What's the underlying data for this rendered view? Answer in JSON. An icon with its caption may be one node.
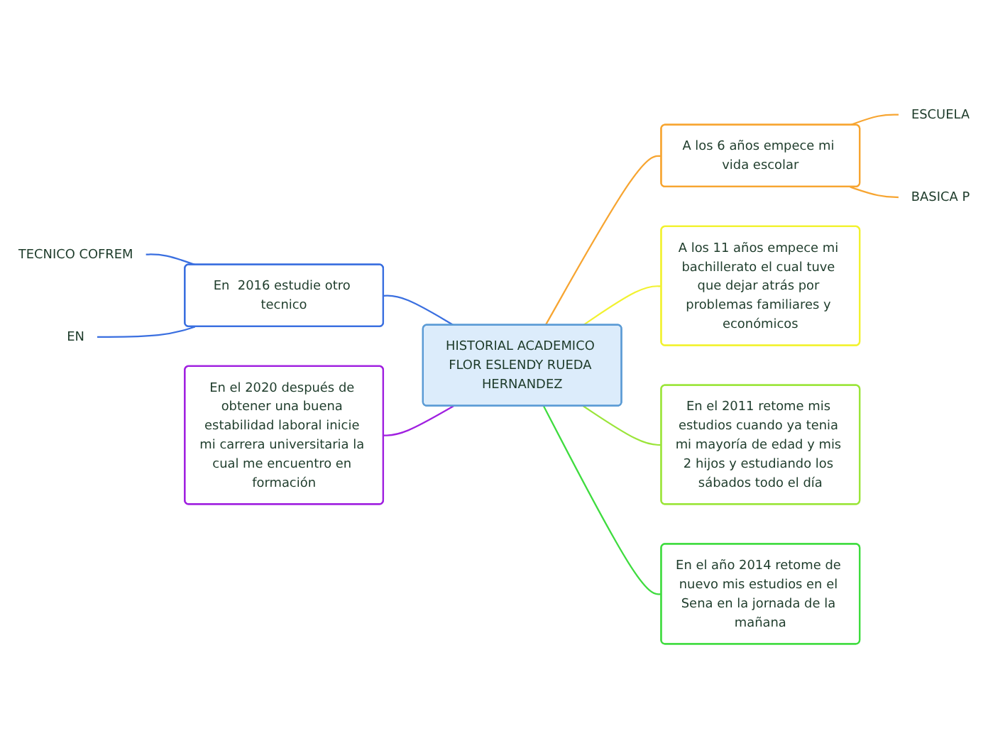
{
  "diagram": {
    "nodes": [
      {
        "text": [
          "HISTORIAL ACADEMICO FLOR ESLENDY RUEDA HERNANDEZ"
        ]
      },
      {
        "text": [
          "A los 6 años empece mi vida escolar"
        ]
      },
      {
        "text": [
          "ESCUELA"
        ]
      },
      {
        "text": [
          "BASICA P"
        ]
      },
      {
        "text": [
          "A los 11 años empece mi bachillerato el cual tuve que dejar atrás por problemas familiares y económicos"
        ]
      },
      {
        "text": [
          "En el 2011 retome mis estudios cuando ya tenia mi mayoría de edad y mis 2 hijos y estudiando los sábados todo el día"
        ]
      },
      {
        "text": [
          "En el año 2014 retome de nuevo mis estudios en el Sena en la jornada de la mañana"
        ]
      },
      {
        "text": [
          "En  2016 estudie otro tecnico"
        ]
      },
      {
        "text": [
          "TECNICO COFREM"
        ]
      },
      {
        "text": [
          "EN"
        ]
      },
      {
        "text": [
          "En el 2020 después de obtener una buena estabilidad laboral inicie mi carrera universitaria la cual me encuentro en formación"
        ]
      }
    ],
    "edges": [
      {
        "from": 0,
        "to": 1,
        "arrow": "none",
        "color": "#f7a531"
      },
      {
        "from": 1,
        "to": 2,
        "arrow": "none",
        "color": "#f7a531"
      },
      {
        "from": 1,
        "to": 3,
        "arrow": "none",
        "color": "#f7a531"
      },
      {
        "from": 0,
        "to": 4,
        "arrow": "none",
        "color": "#f2f230"
      },
      {
        "from": 0,
        "to": 5,
        "arrow": "none",
        "color": "#9be53a"
      },
      {
        "from": 0,
        "to": 6,
        "arrow": "none",
        "color": "#3fdc3f"
      },
      {
        "from": 8,
        "to": 7,
        "arrow": "none",
        "color": "#3a6fe0"
      },
      {
        "from": 9,
        "to": 7,
        "arrow": "none",
        "color": "#3a6fe0"
      },
      {
        "from": 7,
        "to": 0,
        "arrow": "none",
        "color": "#3a6fe0"
      },
      {
        "from": 10,
        "to": 0,
        "arrow": "none",
        "color": "#a020e0"
      }
    ]
  }
}
